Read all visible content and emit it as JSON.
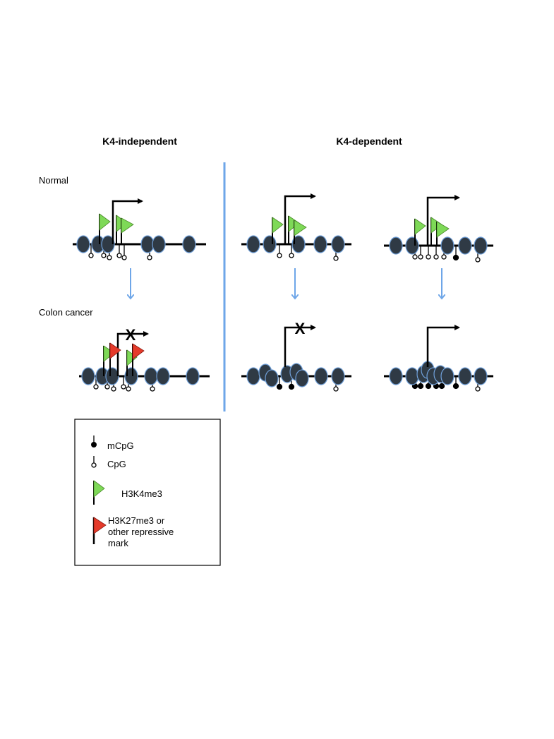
{
  "titles": {
    "left": "K4-independent",
    "right": "K4-dependent"
  },
  "rows": {
    "normal": "Normal",
    "cancer": "Colon cancer"
  },
  "silenced_mark": "X",
  "legend": {
    "mcpg": "mCpG",
    "cpg": "CpG",
    "h3k4": "H3K4me3",
    "repressive_line1": "H3K27me3 or",
    "repressive_line2": "other repressive",
    "repressive_line3": "mark"
  },
  "colors": {
    "nucleosome_fill": "#2f3a45",
    "nucleosome_stroke": "#6f9fd8",
    "arrow_blue": "#6ea6e8",
    "divider": "#6ea6e8",
    "h3k4me3_flag": "#7ed957",
    "repressive_flag": "#e53a2a"
  },
  "icons": [
    "nucleosome-icon",
    "transcription-arrow-icon",
    "flag-icon",
    "cpg-lollipop-icon",
    "down-arrow-icon"
  ]
}
